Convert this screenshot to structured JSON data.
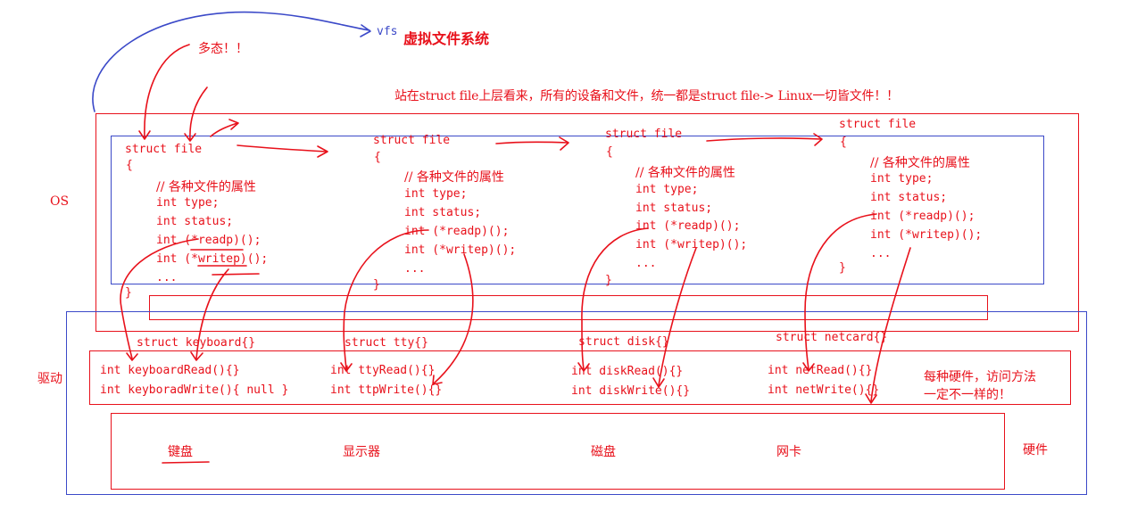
{
  "colors": {
    "ink_red": "#e8111b",
    "ink_blue": "#3b49c8"
  },
  "top": {
    "vfs_label": "vfs",
    "vfs_title": "虚拟文件系统",
    "polymorphism_note": "多态！！",
    "header_note": "站在struct file上层看来，所有的设备和文件，统一都是struct file-> Linux一切皆文件！！"
  },
  "layers": {
    "os_label": "OS",
    "driver_label": "驱动",
    "hardware_label": "硬件"
  },
  "struct_files": [
    {
      "title": "struct file",
      "open_brace": "{",
      "comment": "// 各种文件的属性",
      "fields": [
        "int type;",
        "int status;",
        "int (*readp)();",
        "int (*writep)();",
        "..."
      ],
      "close_brace": "}"
    },
    {
      "title": "struct file",
      "open_brace": "{",
      "comment": "// 各种文件的属性",
      "fields": [
        "int type;",
        "int status;",
        "int (*readp)();",
        "int (*writep)();",
        "..."
      ],
      "close_brace": "}"
    },
    {
      "title": "struct file",
      "open_brace": "{",
      "comment": "// 各种文件的属性",
      "fields": [
        "int type;",
        "int status;",
        "int (*readp)();",
        "int (*writep)();",
        "..."
      ],
      "close_brace": "}"
    },
    {
      "title": "struct file",
      "open_brace": "{",
      "comment": "// 各种文件的属性",
      "fields": [
        "int type;",
        "int status;",
        "int (*readp)();",
        "int (*writep)();",
        "..."
      ],
      "close_brace": "}"
    }
  ],
  "drivers": [
    {
      "struct_name": "struct keyboard{}",
      "read": "int keyboardRead(){}",
      "write": "int keyboradWrite(){ null }"
    },
    {
      "struct_name": "struct tty{}",
      "read": "int ttyRead(){}",
      "write": "int ttpWrite(){}"
    },
    {
      "struct_name": "struct disk{}",
      "read": "int diskRead(){}",
      "write": "int diskWrite(){}"
    },
    {
      "struct_name": "struct netcard{}",
      "read": "int netRead(){}",
      "write": "int netWrite(){}"
    }
  ],
  "driver_note": [
    "每种硬件，访问方法",
    "一定不一样的！"
  ],
  "hardware": [
    "键盘",
    "显示器",
    "磁盘",
    "网卡"
  ]
}
